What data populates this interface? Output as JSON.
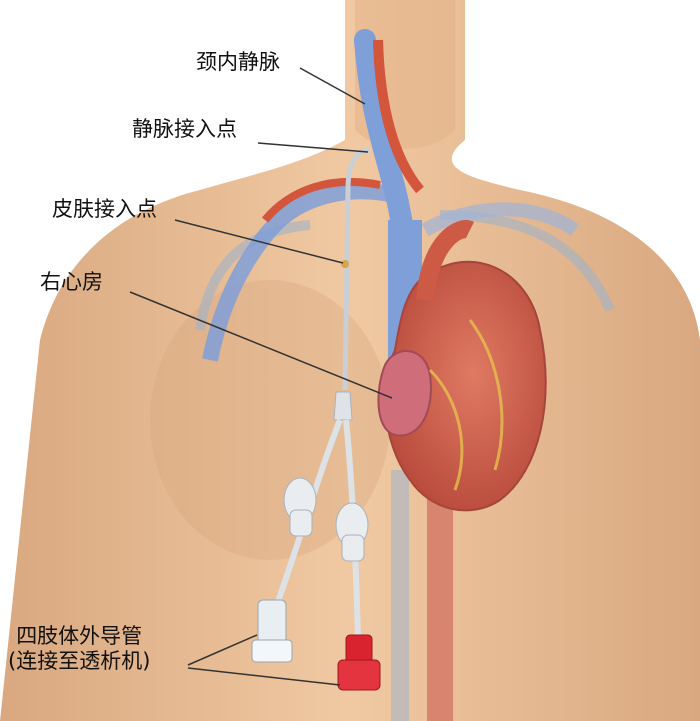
{
  "labels": {
    "jugular_vein": "颈内静脉",
    "venous_entry": "静脉接入点",
    "skin_entry": "皮肤接入点",
    "right_atrium": "右心房",
    "external_catheter_line1": "四肢体外导管",
    "external_catheter_line2": "(连接至透析机)"
  },
  "colors": {
    "skin": "#e8bd94",
    "skin_shadow": "#c99873",
    "vein_blue": "#7f9fd8",
    "artery_red": "#d2553c",
    "heart": "#d66a55",
    "catheter_line": "#c9cfd6",
    "port_red": "#d9232e",
    "port_white": "#e9eef2"
  }
}
